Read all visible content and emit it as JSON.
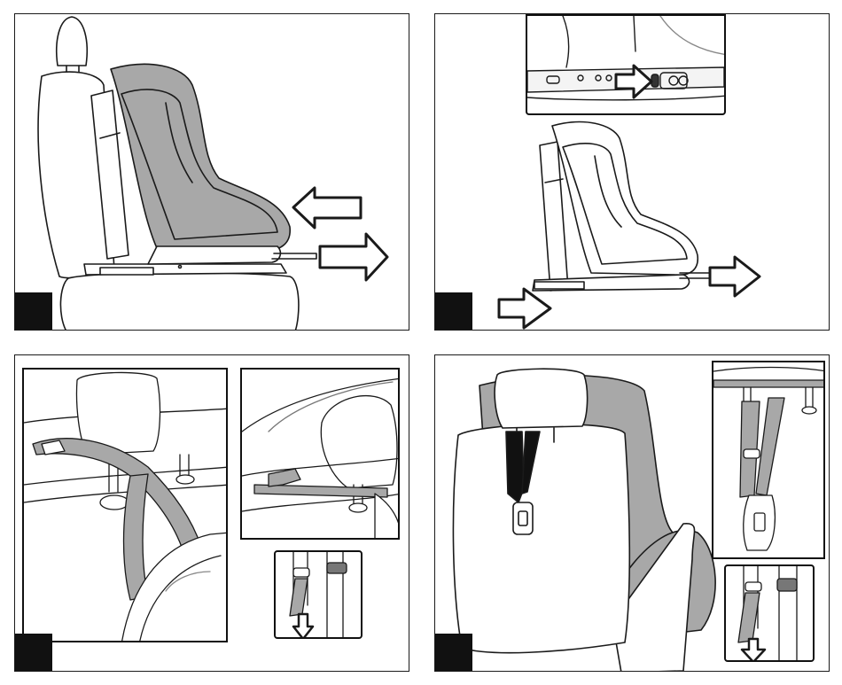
{
  "figure": {
    "panels": [
      {
        "id": "panel-1",
        "step_marker": "",
        "description_icons": [
          "seat-slide-forward-arrow-icon",
          "seat-slide-back-arrow-icon"
        ]
      },
      {
        "id": "panel-2",
        "step_marker": "",
        "description_icons": [
          "release-button-arrow-icon",
          "push-arrow-icon"
        ]
      },
      {
        "id": "panel-3",
        "step_marker": "",
        "description_icons": [
          "strap-pull-down-arrow-icon"
        ]
      },
      {
        "id": "panel-4",
        "step_marker": "",
        "description_icons": [
          "strap-pull-down-arrow-icon"
        ]
      }
    ],
    "colors": {
      "line": "#1a1a1a",
      "fill_gray": "#a8a8a8",
      "fill_light": "#d9d9d9",
      "marker": "#111111"
    }
  }
}
